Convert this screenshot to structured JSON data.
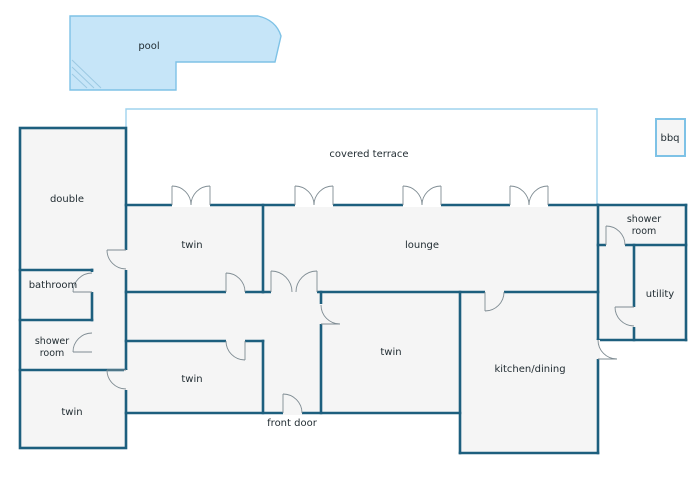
{
  "rooms": {
    "pool": "pool",
    "terrace": "covered terrace",
    "bbq": "bbq",
    "double": "double",
    "twin_nw": "twin",
    "lounge": "lounge",
    "shower_ne": [
      "shower",
      "room"
    ],
    "utility": "utility",
    "bathroom": "bathroom",
    "shower_w": [
      "shower",
      "room"
    ],
    "twin_sw": "twin",
    "twin_center": "twin",
    "twin_se": "twin",
    "kitchen": "kitchen/dining",
    "front_door": "front door"
  },
  "colors": {
    "wall": "#1d5f7e",
    "pool_fill": "#c6e5f8",
    "pool_edge": "#7ec2e6",
    "floor": "#f5f5f5",
    "terrace_edge": "#9fd3ee"
  }
}
